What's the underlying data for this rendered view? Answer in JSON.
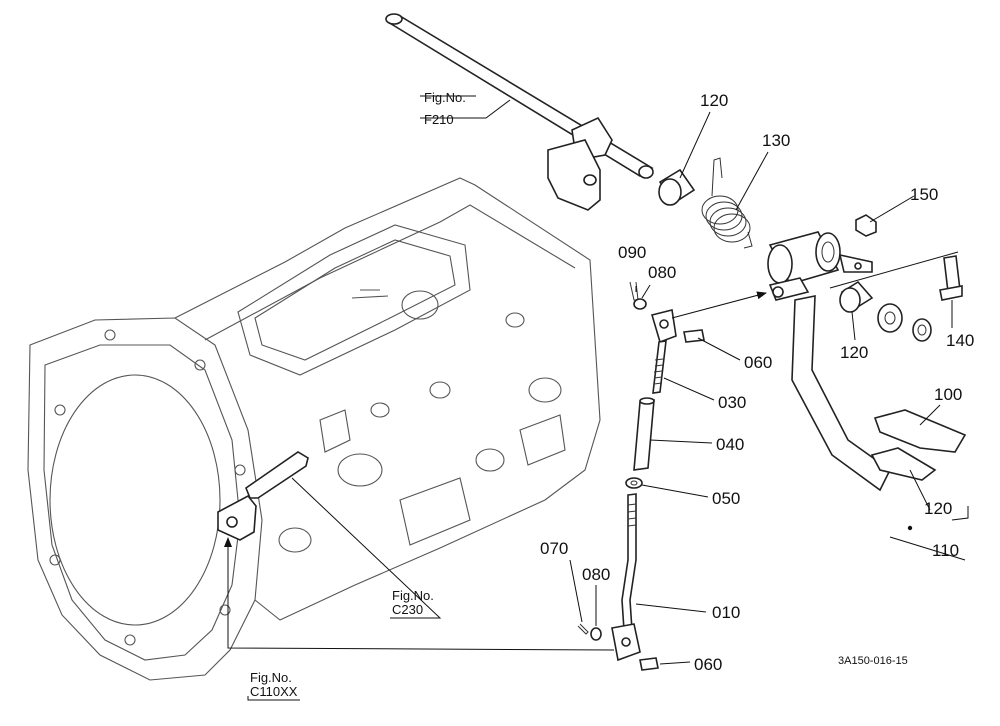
{
  "callouts": {
    "p010": "010",
    "p030": "030",
    "p040": "040",
    "p050": "050",
    "p060a": "060",
    "p060b": "060",
    "p070": "070",
    "p080a": "080",
    "p080b": "080",
    "p090": "090",
    "p100": "100",
    "p110": "110",
    "p120a": "120",
    "p120b": "120",
    "p120c": "120",
    "p130": "130",
    "p140": "140",
    "p150": "150"
  },
  "fig_refs": {
    "f210": {
      "line1": "Fig.No.",
      "line2": "F210"
    },
    "c230": {
      "line1": "Fig.No.",
      "line2": "C230"
    },
    "c110": {
      "line1": "Fig.No.",
      "line2": "C110XX"
    }
  },
  "drawing_code": "3A150-016-15"
}
